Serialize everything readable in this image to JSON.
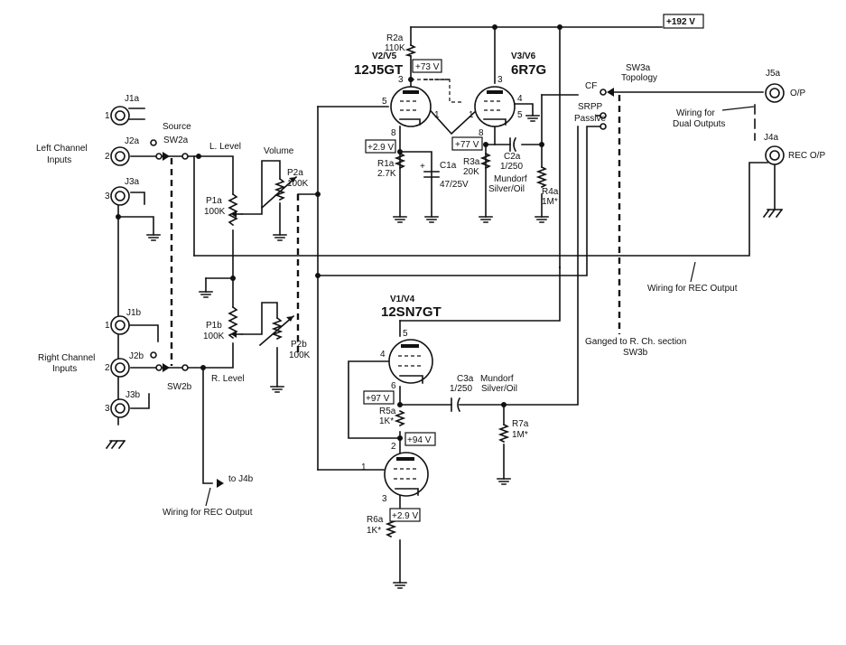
{
  "supply": "+192 V",
  "tubes": {
    "v2": {
      "id": "V2/V5",
      "type": "12J5GT"
    },
    "v3": {
      "id": "V3/V6",
      "type": "6R7G"
    },
    "v1": {
      "id": "V1/V4",
      "type": "12SN7GT"
    }
  },
  "voltages": {
    "v2_plate": "+73 V",
    "v2_cathode": "+2.9 V",
    "v3_cathode": "+77 V",
    "v1_upper_cathode": "+97 V",
    "v1_lower_plate": "+94 V",
    "v1_lower_cathode": "+2.9 V"
  },
  "components": {
    "r2a": {
      "ref": "R2a",
      "value": "110K"
    },
    "r1a": {
      "ref": "R1a",
      "value": "2.7K"
    },
    "c1a": {
      "ref": "C1a",
      "value": "47/25V"
    },
    "r3a": {
      "ref": "R3a",
      "value": "20K"
    },
    "c2a": {
      "ref": "C2a",
      "value": "1/250",
      "type1": "Mundorf",
      "type2": "Silver/Oil"
    },
    "r4a": {
      "ref": "R4a",
      "value": "1M*"
    },
    "p1a": {
      "ref": "P1a",
      "value": "100K"
    },
    "p2a": {
      "ref": "P2a",
      "value": "100K"
    },
    "p1b": {
      "ref": "P1b",
      "value": "100K"
    },
    "p2b": {
      "ref": "P2b",
      "value": "100K"
    },
    "c3a": {
      "ref": "C3a",
      "value": "1/250",
      "type": "Mundorf Silver/Oil"
    },
    "r5a": {
      "ref": "R5a",
      "value": "1K*"
    },
    "r7a": {
      "ref": "R7a",
      "value": "1M*"
    },
    "r6a": {
      "ref": "R6a",
      "value": "1K*"
    }
  },
  "jacks": {
    "j1a": "J1a",
    "j2a": "J2a",
    "j3a": "J3a",
    "j1b": "J1b",
    "j2b": "J2b",
    "j3b": "J3b",
    "j5a": "J5a",
    "j4a": "J4a"
  },
  "jack_pins": {
    "p1": "1",
    "p2": "2",
    "p3": "3"
  },
  "pins": {
    "v2_p3": "3",
    "v2_p5": "5",
    "v2_p8": "8",
    "v2_p1": "1",
    "v3_p3": "3",
    "v3_p4": "4",
    "v3_p5": "5",
    "v3_p1": "1",
    "v3_p8": "8",
    "v1_p5": "5",
    "v1_p4": "4",
    "v1_p6": "6",
    "v1_p2": "2",
    "v1_p1": "1",
    "v1_p3": "3"
  },
  "switches": {
    "sw2a": "SW2a",
    "sw2b": "SW2b",
    "sw3a": "SW3a",
    "topology": "Topology",
    "cf": "CF",
    "srpp": "SRPP",
    "passive": "Passive"
  },
  "labels": {
    "source": "Source",
    "left_inputs_1": "Left Channel",
    "left_inputs_2": "Inputs",
    "right_inputs_1": "Right Channel",
    "right_inputs_2": "Inputs",
    "l_level": "L. Level",
    "r_level": "R. Level",
    "volume": "Volume",
    "op": "O/P",
    "rec_op": "REC O/P",
    "dual_1": "Wiring for",
    "dual_2": "Dual Outputs",
    "wiring_rec": "Wiring for REC Output",
    "ganged_1": "Ganged to R. Ch. section",
    "ganged_2": "SW3b",
    "to_j4b": "to J4b",
    "mundorf": "Mundorf",
    "silver_oil": "Silver/Oil"
  }
}
